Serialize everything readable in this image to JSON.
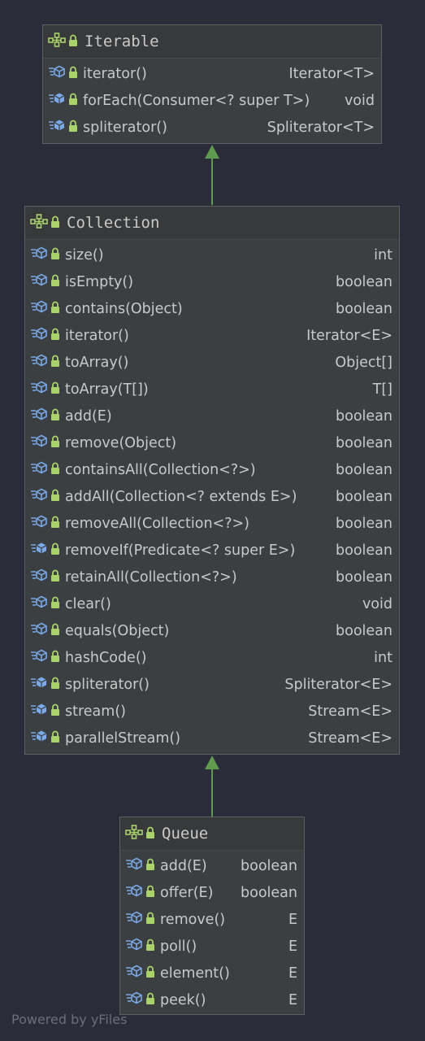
{
  "classes": [
    {
      "name": "Iterable",
      "members": [
        {
          "name": "iterator()",
          "type": "Iterator<T>",
          "kind": "abstract-method"
        },
        {
          "name": "forEach(Consumer<? super T>)",
          "type": "void",
          "kind": "default-method"
        },
        {
          "name": "spliterator()",
          "type": "Spliterator<T>",
          "kind": "default-method"
        }
      ]
    },
    {
      "name": "Collection",
      "members": [
        {
          "name": "size()",
          "type": "int",
          "kind": "abstract-method"
        },
        {
          "name": "isEmpty()",
          "type": "boolean",
          "kind": "abstract-method"
        },
        {
          "name": "contains(Object)",
          "type": "boolean",
          "kind": "abstract-method"
        },
        {
          "name": "iterator()",
          "type": "Iterator<E>",
          "kind": "abstract-method"
        },
        {
          "name": "toArray()",
          "type": "Object[]",
          "kind": "abstract-method"
        },
        {
          "name": "toArray(T[])",
          "type": "T[]",
          "kind": "abstract-method"
        },
        {
          "name": "add(E)",
          "type": "boolean",
          "kind": "abstract-method"
        },
        {
          "name": "remove(Object)",
          "type": "boolean",
          "kind": "abstract-method"
        },
        {
          "name": "containsAll(Collection<?>)",
          "type": "boolean",
          "kind": "abstract-method"
        },
        {
          "name": "addAll(Collection<? extends E>)",
          "type": "boolean",
          "kind": "abstract-method"
        },
        {
          "name": "removeAll(Collection<?>)",
          "type": "boolean",
          "kind": "abstract-method"
        },
        {
          "name": "removeIf(Predicate<? super E>)",
          "type": "boolean",
          "kind": "default-method"
        },
        {
          "name": "retainAll(Collection<?>)",
          "type": "boolean",
          "kind": "abstract-method"
        },
        {
          "name": "clear()",
          "type": "void",
          "kind": "abstract-method"
        },
        {
          "name": "equals(Object)",
          "type": "boolean",
          "kind": "abstract-method"
        },
        {
          "name": "hashCode()",
          "type": "int",
          "kind": "abstract-method"
        },
        {
          "name": "spliterator()",
          "type": "Spliterator<E>",
          "kind": "default-method"
        },
        {
          "name": "stream()",
          "type": "Stream<E>",
          "kind": "default-method"
        },
        {
          "name": "parallelStream()",
          "type": "Stream<E>",
          "kind": "default-method"
        }
      ]
    },
    {
      "name": "Queue",
      "members": [
        {
          "name": "add(E)",
          "type": "boolean",
          "kind": "abstract-method"
        },
        {
          "name": "offer(E)",
          "type": "boolean",
          "kind": "abstract-method"
        },
        {
          "name": "remove()",
          "type": "E",
          "kind": "abstract-method"
        },
        {
          "name": "poll()",
          "type": "E",
          "kind": "abstract-method"
        },
        {
          "name": "element()",
          "type": "E",
          "kind": "abstract-method"
        },
        {
          "name": "peek()",
          "type": "E",
          "kind": "abstract-method"
        }
      ]
    }
  ],
  "edges": [
    {
      "from": "Collection",
      "to": "Iterable",
      "relation": "extends"
    },
    {
      "from": "Queue",
      "to": "Collection",
      "relation": "extends"
    }
  ],
  "colors": {
    "background": "#2a2c3a",
    "node_fill": "#3c3f41",
    "node_border": "#5d6063",
    "text": "#c9c9c9",
    "edge": "#5f9a4e",
    "lock": "#a9d26b",
    "interface_icon": "#a9d26b",
    "method_icon": "#7aa9e8"
  },
  "icons": {
    "class_header": "interface-icon",
    "visibility": "public-lock-icon",
    "abstract-method": "abstract-method-icon",
    "default-method": "default-method-icon"
  },
  "watermark": "Powered by yFiles"
}
